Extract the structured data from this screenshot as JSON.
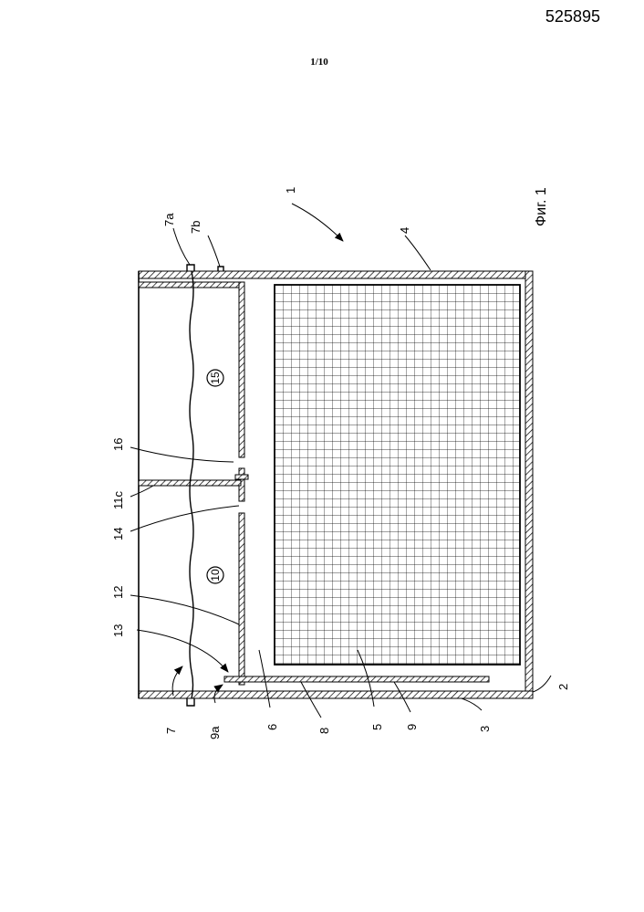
{
  "header": {
    "document_number": "525895",
    "page_number": "1/10"
  },
  "figure": {
    "caption": "Фиг. 1",
    "labels": {
      "l1": "1",
      "l2": "2",
      "l3": "3",
      "l4": "4",
      "l5": "5",
      "l6": "6",
      "l7": "7",
      "l7a": "7a",
      "l7b": "7b",
      "l8": "8",
      "l9": "9",
      "l9a": "9a",
      "l10": "10",
      "l11c": "11c",
      "l12": "12",
      "l13": "13",
      "l14": "14",
      "l15": "15",
      "l16": "16"
    }
  }
}
